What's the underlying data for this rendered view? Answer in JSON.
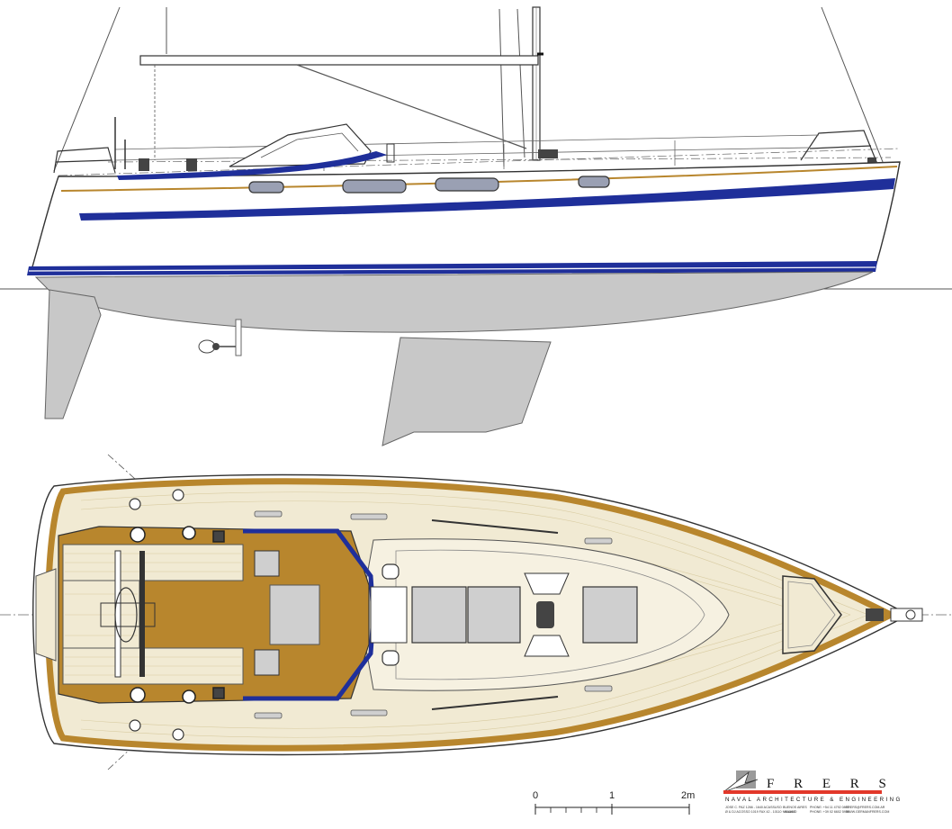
{
  "drawing": {
    "colors": {
      "hull_white": "#ffffff",
      "stripe_blue": "#1f2f9a",
      "teak_gold": "#b8862d",
      "teak_light": "#f1ead3",
      "underwater_grey": "#c8c8c8",
      "line_dark": "#333333",
      "logo_red": "#e2382a"
    }
  },
  "scale_bar": {
    "labels": [
      "0",
      "1",
      "2m"
    ]
  },
  "logo": {
    "name": "F R E R S",
    "subtitle": "NAVAL ARCHITECTURE & ENGINEERING",
    "address_left_1": "JOSE C. PAZ 1266 - 1640 ACASSUSO",
    "address_left_2": "Ø & DJ ACOSSO 1019 FAX 42 - 10110 · MILANO",
    "address_mid_1": "BUENOS AIRES",
    "address_mid_2": "MILANO",
    "address_right_1": "PHONE: +54 11 4792 0802",
    "address_right_2": "PHONE: +39 02 6602 5950",
    "address_far_1": "FRERS@FRERS.COM.AR",
    "address_far_2": "WWW.GERMANFRERS.COM"
  }
}
